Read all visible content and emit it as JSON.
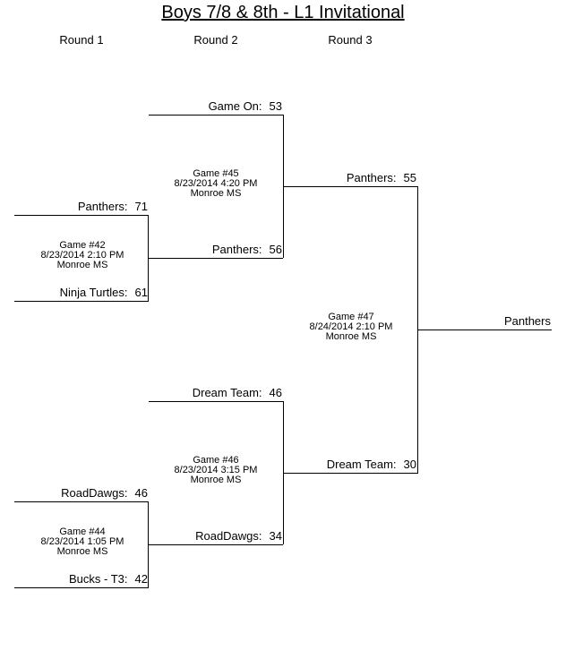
{
  "title": "Boys 7/8 & 8th - L1 Invitational",
  "rounds": [
    "Round 1",
    "Round 2",
    "Round 3"
  ],
  "round1": {
    "game42": {
      "top": {
        "name": "Panthers:",
        "score": "71"
      },
      "bottom": {
        "name": "Ninja Turtles:",
        "score": "61"
      },
      "info": {
        "game": "Game #42",
        "datetime": "8/23/2014 2:10 PM",
        "location": "Monroe MS"
      }
    },
    "game44": {
      "top": {
        "name": "RoadDawgs:",
        "score": "46"
      },
      "bottom": {
        "name": "Bucks - T3:",
        "score": "42"
      },
      "info": {
        "game": "Game #44",
        "datetime": "8/23/2014 1:05 PM",
        "location": "Monroe MS"
      }
    }
  },
  "round2": {
    "game45": {
      "top": {
        "name": "Game On:",
        "score": "53"
      },
      "bottom": {
        "name": "Panthers:",
        "score": "56"
      },
      "info": {
        "game": "Game #45",
        "datetime": "8/23/2014 4:20 PM",
        "location": "Monroe MS"
      }
    },
    "game46": {
      "top": {
        "name": "Dream Team:",
        "score": "46"
      },
      "bottom": {
        "name": "RoadDawgs:",
        "score": "34"
      },
      "info": {
        "game": "Game #46",
        "datetime": "8/23/2014 3:15 PM",
        "location": "Monroe MS"
      }
    }
  },
  "round3": {
    "game47": {
      "top": {
        "name": "Panthers:",
        "score": "55"
      },
      "bottom": {
        "name": "Dream Team:",
        "score": "30"
      },
      "info": {
        "game": "Game #47",
        "datetime": "8/24/2014 2:10 PM",
        "location": "Monroe MS"
      }
    }
  },
  "champion": "Panthers"
}
